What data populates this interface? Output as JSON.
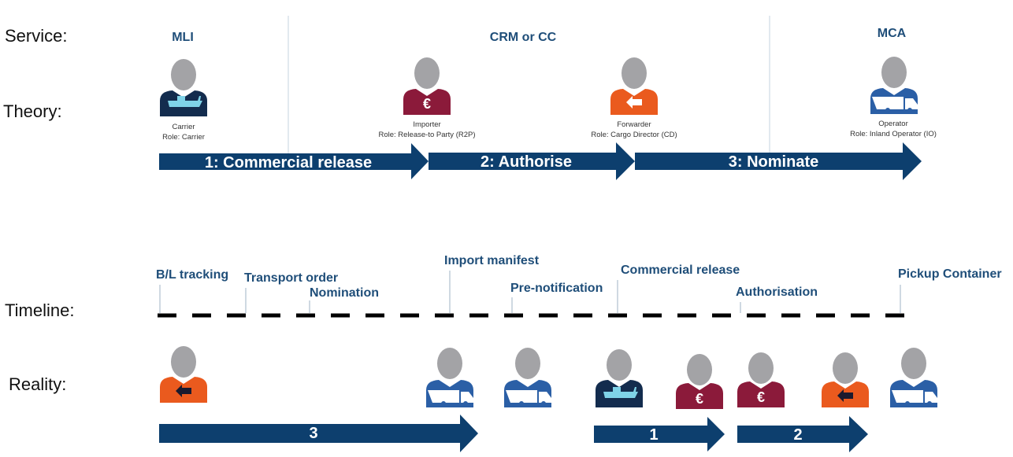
{
  "row_labels": {
    "service": "Service:",
    "theory": "Theory:",
    "timeline": "Timeline:",
    "reality": "Reality:"
  },
  "services": {
    "mli": "MLI",
    "crm": "CRM or CC",
    "mca": "MCA"
  },
  "actors": {
    "carrier": {
      "name": "Carrier",
      "role": "Role: Carrier"
    },
    "importer": {
      "name": "Importer",
      "role": "Role: Release-to Party (R2P)"
    },
    "forwarder": {
      "name": "Forwarder",
      "role": "Role: Cargo Director (CD)"
    },
    "operator": {
      "name": "Operator",
      "role": "Role: Inland Operator (IO)"
    }
  },
  "theory_steps": {
    "step1": "1: Commercial release",
    "step2": "2: Authorise",
    "step3": "3: Nominate"
  },
  "timeline_events": {
    "bl_tracking": "B/L tracking",
    "transport_order": "Transport order",
    "nomination": "Nomination",
    "import_manifest": "Import manifest",
    "pre_notification": "Pre-notification",
    "commercial_release": "Commercial release",
    "authorisation": "Authorisation",
    "pickup_container": "Pickup Container"
  },
  "reality_steps": {
    "step3": "3",
    "step1": "1",
    "step2": "2"
  },
  "icons": {
    "euro_symbol": "€"
  },
  "colors": {
    "arrow_navy": "#0d3f6e",
    "label_blue": "#1f4e79",
    "person_gray": "#a3a3a6",
    "carrier_navy": "#132c4e",
    "importer_maroon": "#8b1a3a",
    "forwarder_orange": "#ea5a1e",
    "operator_blue": "#2b5fa6",
    "ship_cyan": "#7fd3e8"
  }
}
